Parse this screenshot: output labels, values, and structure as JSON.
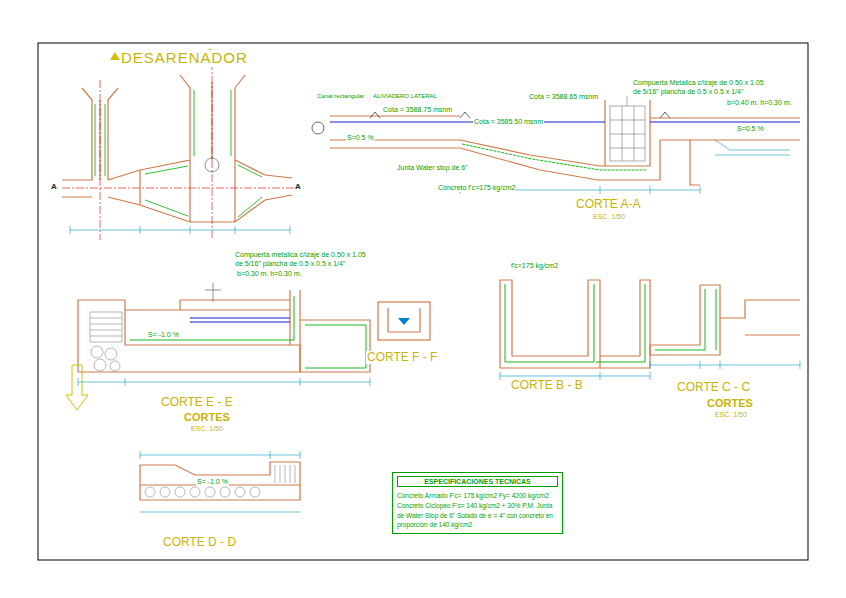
{
  "diagram": {
    "title": "DESARENADOR",
    "nodes": [
      {
        "text": [
          "ESPECIFICACIONES TECNICAS",
          "Concreto Armado F'c= 175 kg/cm2 Fy= 4200 kg/cm2 Concreto Ciclopeo F'c= 140 kg/cm2 + 30% P.M. Junta de Water Stop de 6\" Solado de e = 4\" con concreto en proporcion de 140 kg/cm2"
        ]
      }
    ],
    "labels": [
      "CORTE A-A",
      "ESC. 1/50",
      "CORTE E - E",
      "CORTES",
      "ESC. 1/50",
      "CORTE F - F",
      "CORTE B - B",
      "CORTE C - C",
      "CORTES",
      "ESC. 1/50",
      "CORTE D - D",
      "Cota = 3588.65 msnm",
      "Compuerta Metalica c/izaje de 0.50 x 1.05",
      "de 5/16\" plancha de 0.5 x 0.5 x 1/4\"",
      "b=0.40 m.   h=0.30 m.",
      "S=0.5 %",
      "Canal rectangular",
      "ALIVIADERO LATERAL",
      "Cota = 3588.75 msnm",
      "Cota = 3585.50 msnm",
      "S=0.5 %",
      "Junta Water stop de 6\"",
      "Concreto f'c=175 kg/cm2",
      "Compuerta metalica c/izaje de 0.50 x 1.05",
      "de 5/16\" plancha de 0.5 x 0.5 x 1/4\"",
      "b=0.30 m.   h=0.30 m.",
      "S= -1.0 %",
      "f'c=175 kg/cm2",
      "S= -1.0 %",
      "A",
      "A"
    ]
  }
}
